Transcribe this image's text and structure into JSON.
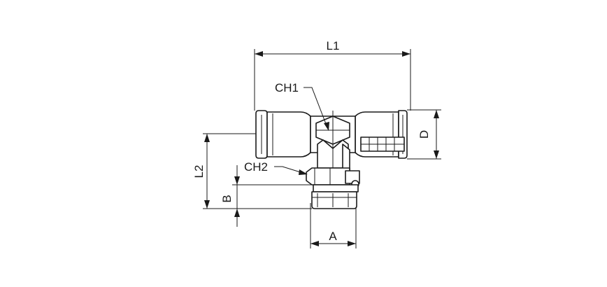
{
  "drawing": {
    "labels": {
      "L1": "L1",
      "L2": "L2",
      "D": "D",
      "A": "A",
      "B": "B",
      "CH1": "CH1",
      "CH2": "CH2"
    },
    "colors": {
      "line": "#1a1a1a",
      "background": "#ffffff"
    }
  }
}
